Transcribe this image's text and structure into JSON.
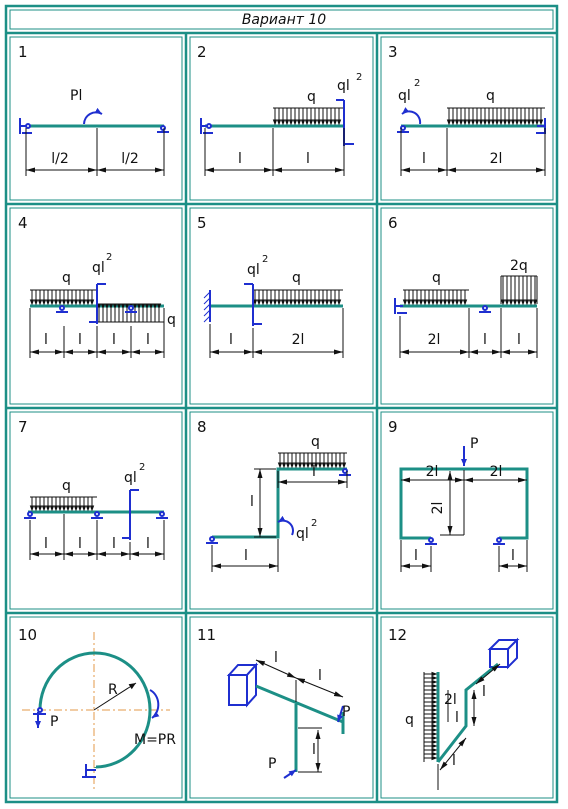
{
  "title": "Вариант  10",
  "colors": {
    "frame": "#1c8f86",
    "beam": "#1c8f86",
    "support": "#1f2fd0",
    "line": "#111111"
  },
  "cells": [
    {
      "number": "1",
      "labels": {
        "load": "Pl",
        "dim1": "l/2",
        "dim2": "l/2"
      }
    },
    {
      "number": "2",
      "labels": {
        "q": "q",
        "moment": "ql",
        "exp": "2",
        "dim1": "l",
        "dim2": "l"
      }
    },
    {
      "number": "3",
      "labels": {
        "moment": "ql",
        "exp": "2",
        "q": "q",
        "dim1": "l",
        "dim2": "2l"
      }
    },
    {
      "number": "4",
      "labels": {
        "q1": "q",
        "moment": "ql",
        "exp": "2",
        "q2": "q",
        "d1": "l",
        "d2": "l",
        "d3": "l",
        "d4": "l"
      }
    },
    {
      "number": "5",
      "labels": {
        "moment": "ql",
        "exp": "2",
        "q": "q",
        "dim1": "l",
        "dim2": "2l"
      }
    },
    {
      "number": "6",
      "labels": {
        "q1": "q",
        "q2": "2q",
        "d1": "2l",
        "d2": "l",
        "d3": "l"
      }
    },
    {
      "number": "7",
      "labels": {
        "q": "q",
        "moment": "ql",
        "exp": "2",
        "d1": "l",
        "d2": "l",
        "d3": "l",
        "d4": "l"
      }
    },
    {
      "number": "8",
      "labels": {
        "q": "q",
        "dim_top": "l",
        "dim_v": "l",
        "moment": "ql",
        "exp": "2",
        "dim_bottom": "l"
      }
    },
    {
      "number": "9",
      "labels": {
        "p": "P",
        "d1": "2l",
        "d2": "2l",
        "dv": "2l",
        "db1": "l",
        "db2": "l"
      }
    },
    {
      "number": "10",
      "labels": {
        "r": "R",
        "p": "P",
        "m": "M=PR"
      }
    },
    {
      "number": "11",
      "labels": {
        "l1": "l",
        "l2": "l",
        "p1": "P",
        "p2": "P",
        "l3": "l"
      }
    },
    {
      "number": "12",
      "labels": {
        "q": "q",
        "l1": "2l",
        "l2": "l",
        "l3": "l",
        "l4": "l"
      }
    }
  ]
}
